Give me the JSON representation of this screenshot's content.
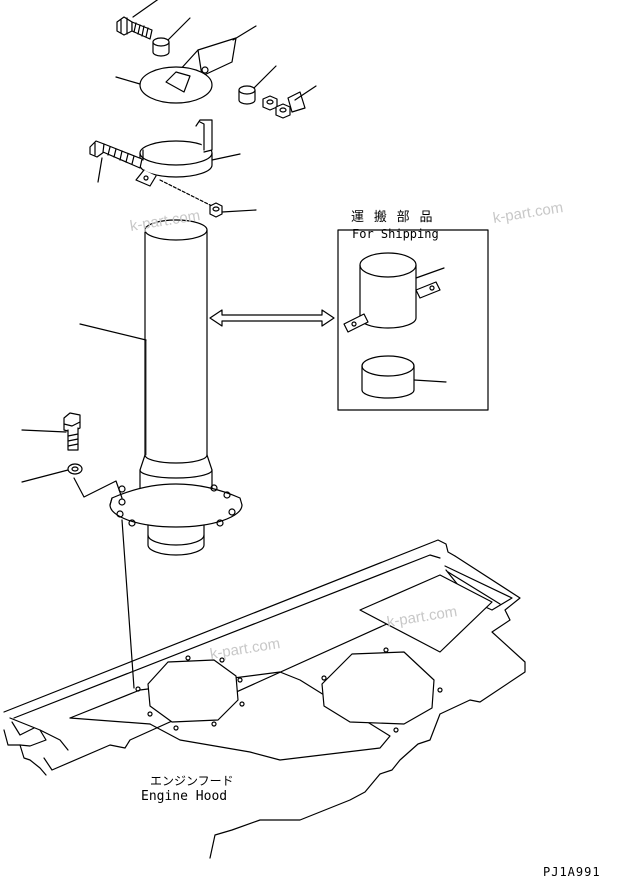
{
  "labels": {
    "shipping_jp": "運 搬 部 品",
    "shipping_en": "For Shipping",
    "hood_jp": "エンジンフード",
    "hood_en": "Engine Hood",
    "drawing_code": "PJ1A991"
  },
  "watermarks": [
    "k-part.com",
    "k-part.com",
    "k-part.com",
    "k-part.com"
  ]
}
